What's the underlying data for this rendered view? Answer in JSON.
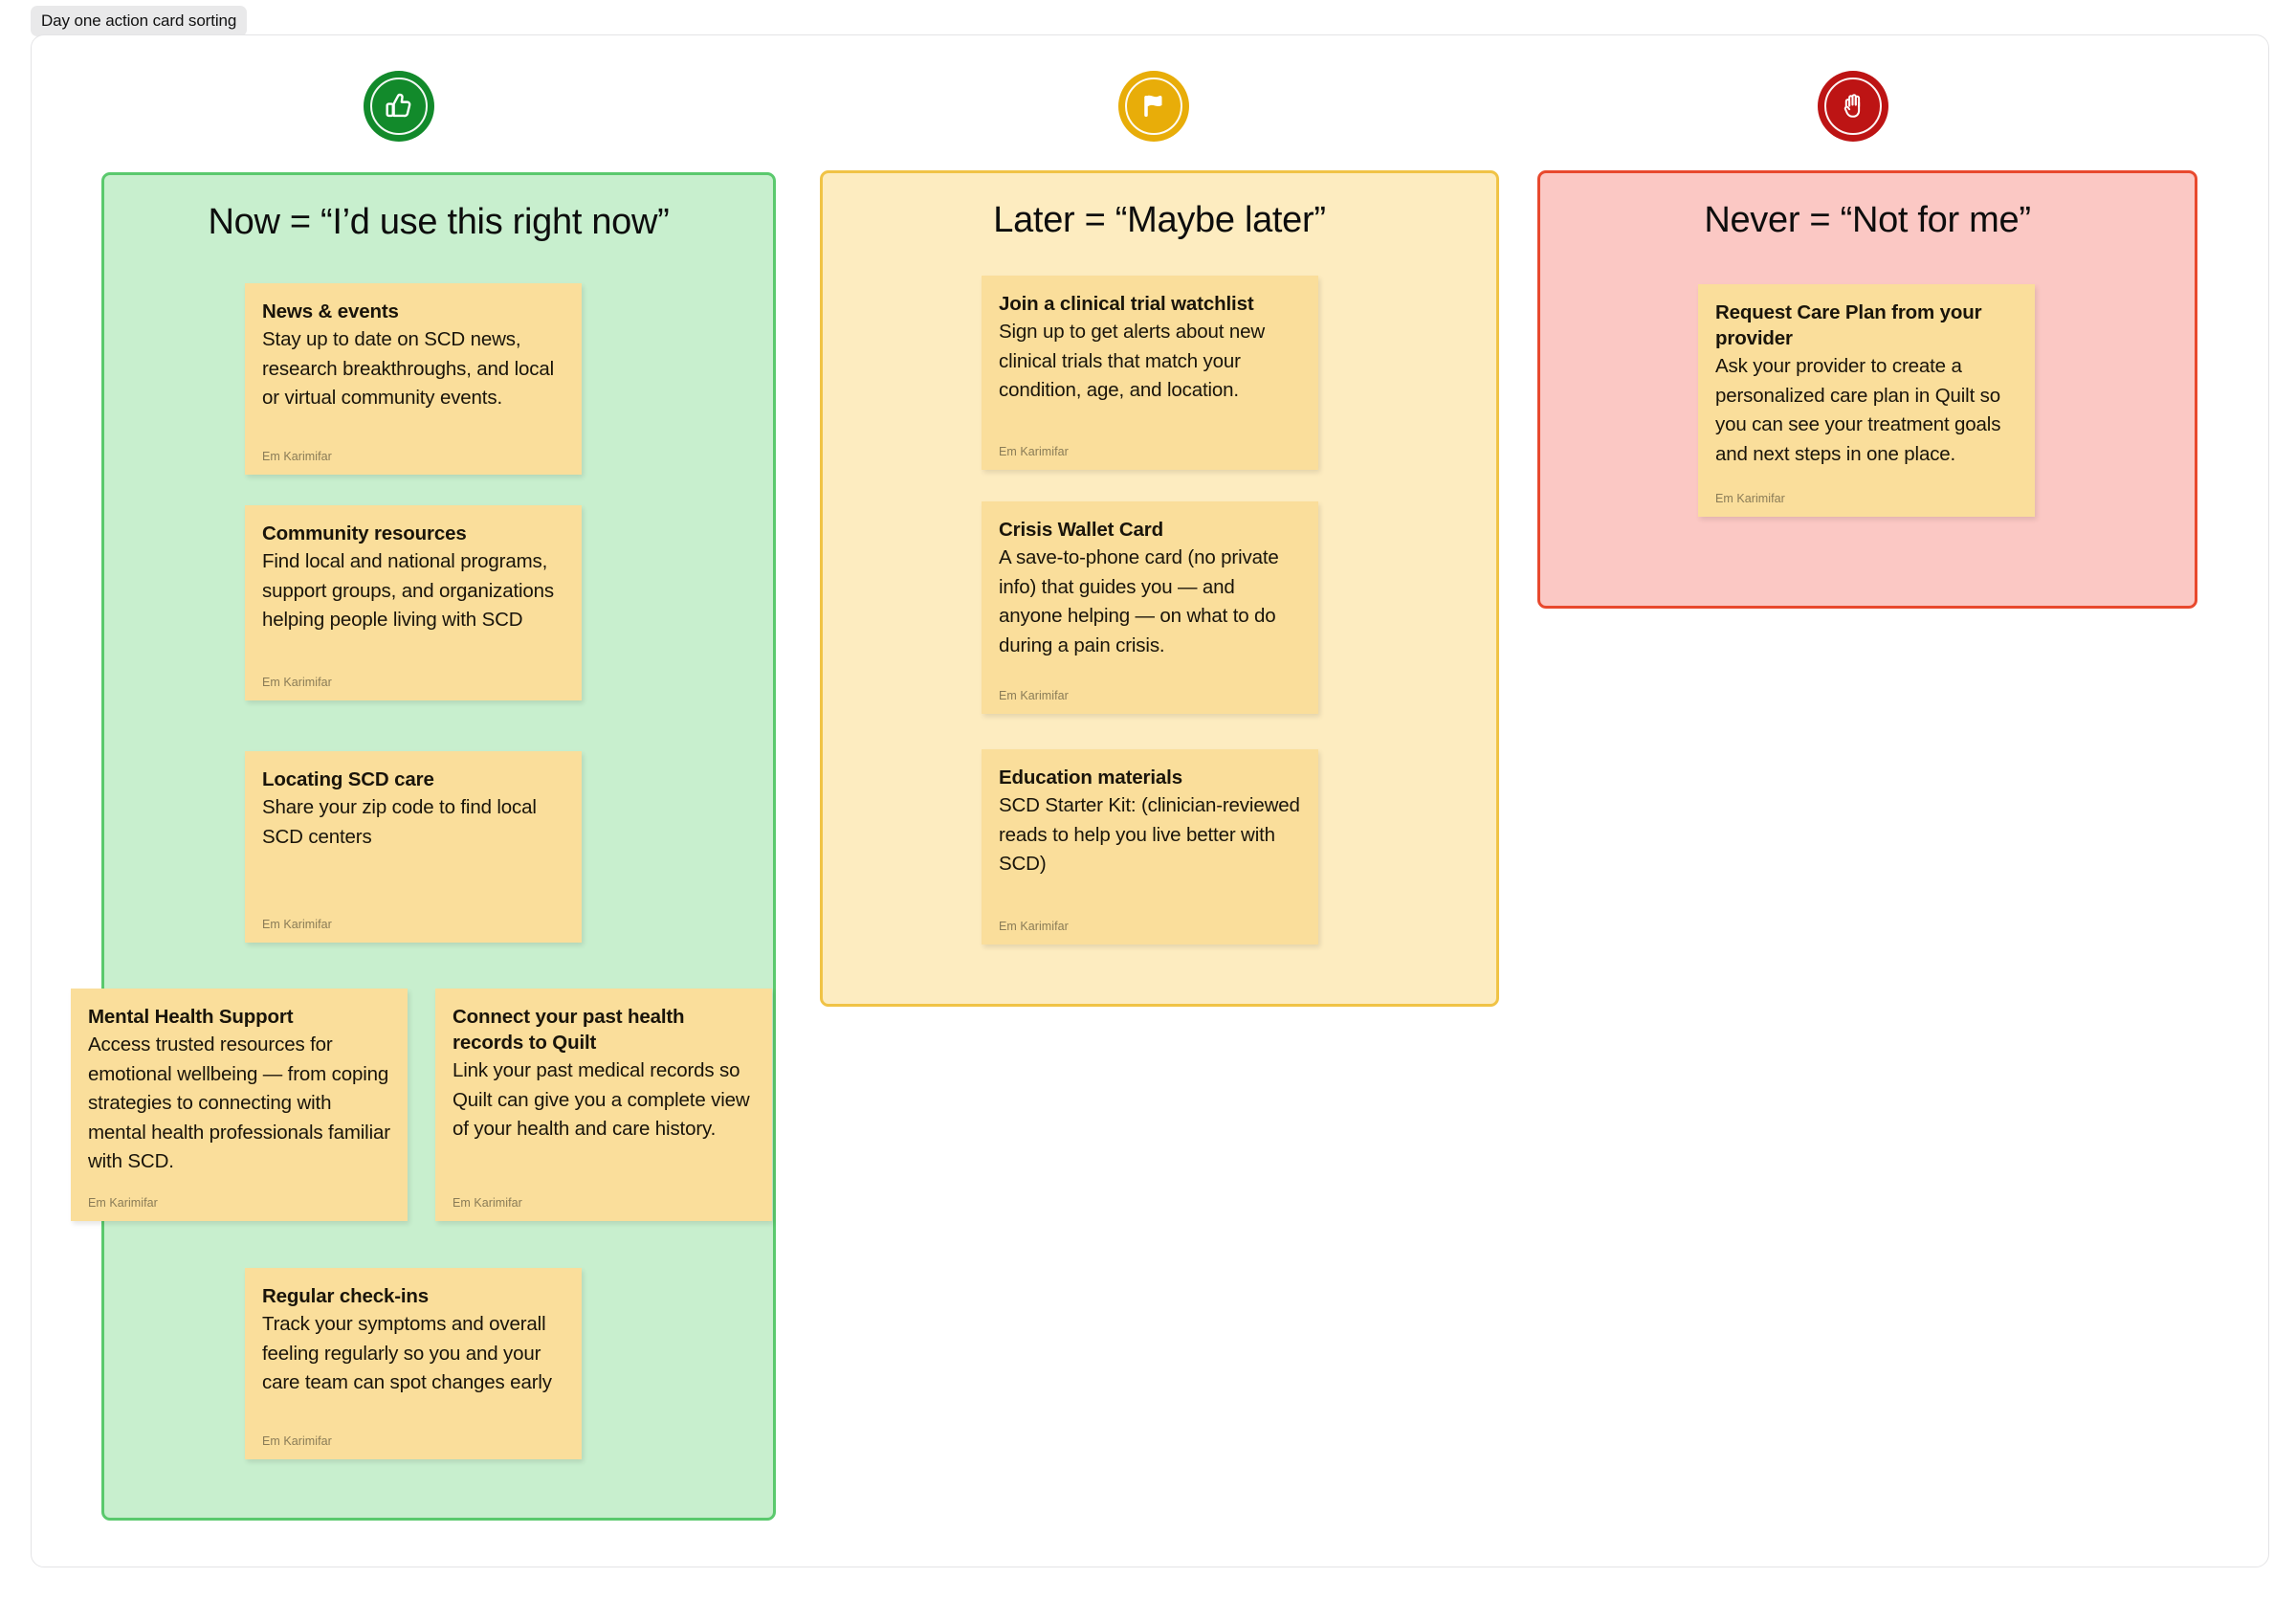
{
  "frame": {
    "label": "Day one action card sorting"
  },
  "badges": [
    {
      "name": "thumbs-up",
      "color": "#128a2b"
    },
    {
      "name": "flag",
      "color": "#e8ad09"
    },
    {
      "name": "stop-hand",
      "color": "#bd1414"
    }
  ],
  "columns": [
    {
      "key": "now",
      "title": "Now = “I’d use this right now”",
      "fill": "#c8efce",
      "border": "#5ac96d",
      "cards": [
        {
          "title": "News & events",
          "body": "Stay up to date on SCD news, research breakthroughs, and local or virtual community events.",
          "author": "Em Karimifar"
        },
        {
          "title": "Community resources",
          "body": "Find local and national programs, support groups, and organizations helping people living with SCD",
          "author": "Em Karimifar"
        },
        {
          "title": "Locating SCD care",
          "body": "Share your zip code to find local SCD centers",
          "author": "Em Karimifar"
        },
        {
          "title": "Mental Health Support",
          "body": "Access trusted resources for emotional wellbeing — from coping strategies to connecting with mental health professionals familiar with SCD.",
          "author": "Em Karimifar"
        },
        {
          "title": "Connect your past health records to Quilt",
          "body": "Link your past medical records so Quilt can give you a complete view of your health and care history.",
          "author": "Em Karimifar"
        },
        {
          "title": "Regular check-ins",
          "body": "Track your symptoms and overall feeling regularly so you and your care team can spot changes early",
          "author": "Em Karimifar"
        }
      ]
    },
    {
      "key": "later",
      "title": "Later = “Maybe later”",
      "fill": "#fdecc0",
      "border": "#f0c346",
      "cards": [
        {
          "title": "Join a clinical trial watchlist",
          "body": "Sign up to get alerts about new clinical trials that match your condition, age, and location.",
          "author": "Em Karimifar"
        },
        {
          "title": "Crisis Wallet Card",
          "body": "A save-to-phone card (no private info) that guides you — and anyone helping — on what to do during a pain crisis.",
          "author": "Em Karimifar"
        },
        {
          "title": "Education materials",
          "body": "SCD Starter Kit: (clinician-reviewed reads to help you live better with SCD)",
          "author": "Em Karimifar"
        }
      ]
    },
    {
      "key": "never",
      "title": "Never = “Not for me”",
      "fill": "#fbc8c4",
      "border": "#e8492e",
      "cards": [
        {
          "title": "Request Care Plan from your provider",
          "body": "Ask your provider to create a personalized care plan in Quilt so you can see your treatment goals and next steps in one place.",
          "author": "Em Karimifar"
        }
      ]
    }
  ]
}
